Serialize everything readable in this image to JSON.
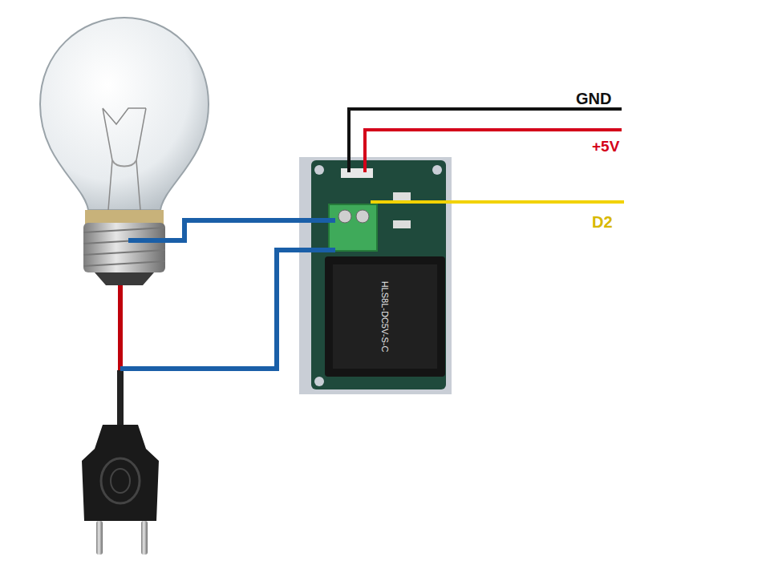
{
  "diagram": {
    "labels": [
      "GND",
      "+5V",
      "D2",
      "HLS8L-DC5V-S-C"
    ]
  }
}
